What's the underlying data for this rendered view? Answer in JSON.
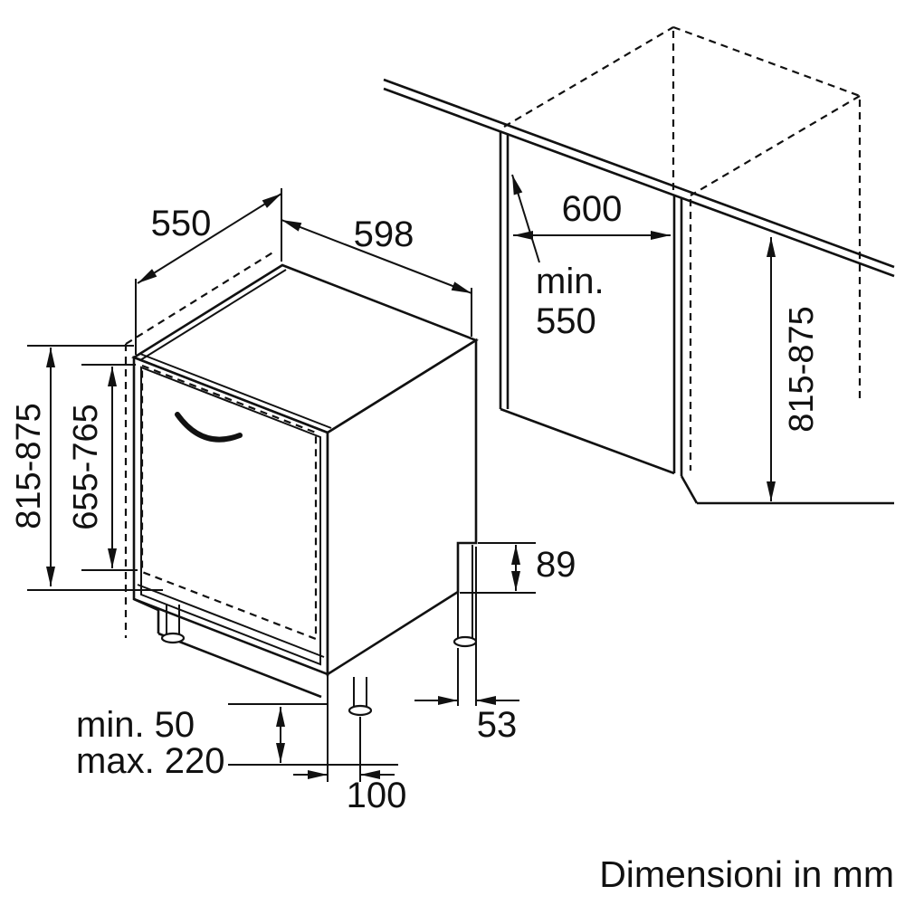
{
  "title": "Built-in dishwasher installation drawing",
  "caption": "Dimensioni in mm",
  "dimensions": {
    "top_depth": "550",
    "top_width": "598",
    "unit_height": "815-875",
    "door_height": "655-765",
    "niche_width": "600",
    "niche_depth_min": "min.",
    "niche_depth_value": "550",
    "niche_height": "815-875",
    "recess_height": "89",
    "rear_foot_distance": "53",
    "front_foot_distance": "100",
    "plinth_min": "min. 50",
    "plinth_max": "max. 220"
  }
}
